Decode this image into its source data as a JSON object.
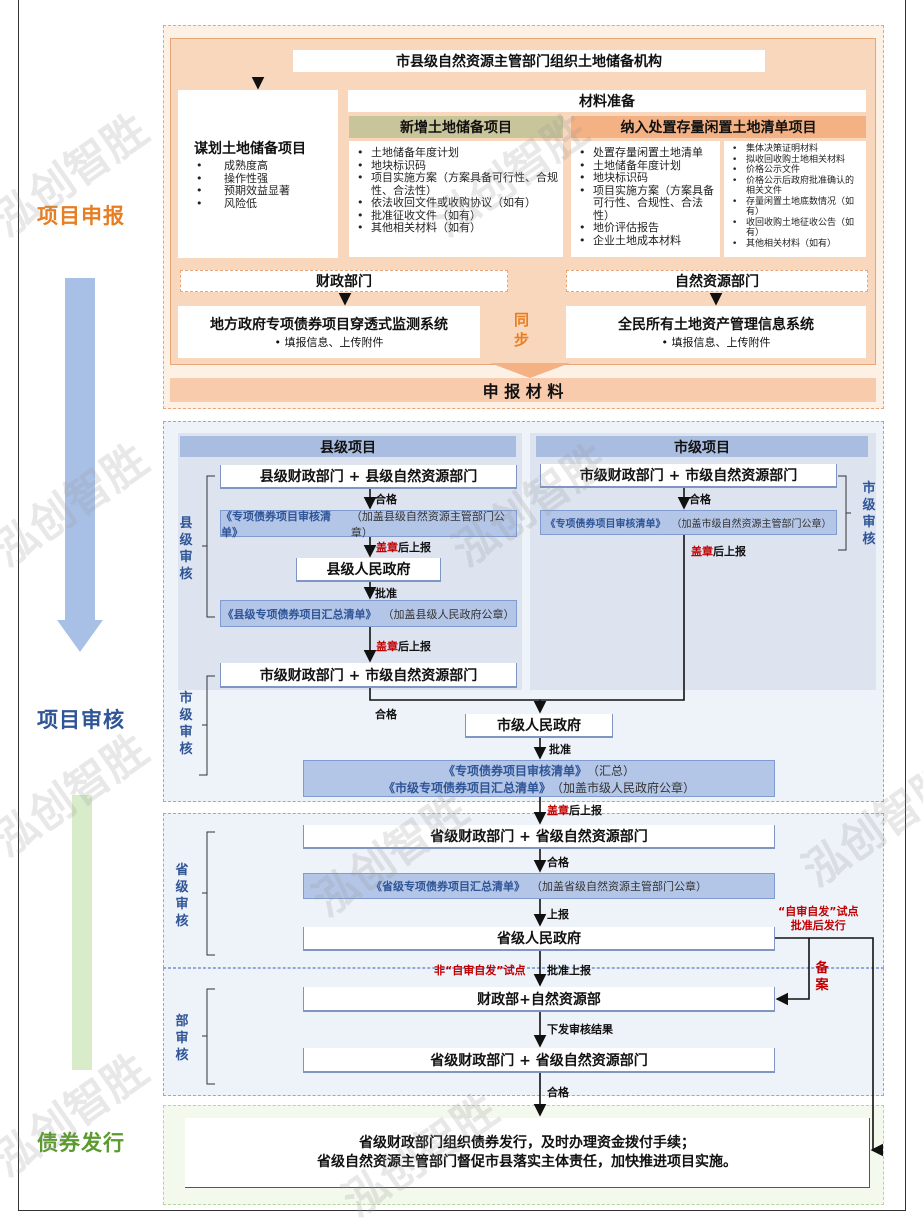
{
  "stages": {
    "apply": "项目申报",
    "review": "项目审核",
    "issue": "债券发行"
  },
  "colors": {
    "apply": "#e87e22",
    "review": "#2f5597",
    "issue": "#5a9a2e",
    "peach": "#f8d7bc",
    "blue_list": "#b4c6e7"
  },
  "apply": {
    "top_title": "市县级自然资源主管部门组织土地储备机构",
    "plan": {
      "title": "谋划土地储备项目",
      "items": [
        "成熟度高",
        "操作性强",
        "预期效益显著",
        "风险低"
      ]
    },
    "materials_title": "材料准备",
    "new_project": {
      "title": "新增土地储备项目",
      "items": [
        "土地储备年度计划",
        "地块标识码",
        "项目实施方案（方案具备可行性、合规性、合法性）",
        "依法收回文件或收购协议（如有）",
        "批准征收文件（如有）",
        "其他相关材料（如有）"
      ]
    },
    "idle_project": {
      "title": "纳入处置存量闲置土地清单项目",
      "items_left": [
        "处置存量闲置土地清单",
        "土地储备年度计划",
        "地块标识码",
        "项目实施方案（方案具备可行性、合规性、合法性）",
        "地价评估报告",
        "企业土地成本材料"
      ],
      "items_right": [
        "集体决策证明材料",
        "拟收回收购土地相关材料",
        "价格公示文件",
        "价格公示后政府批准确认的相关文件",
        "存量闲置土地底数情况（如有）",
        "收回收购土地征收公告（如有）",
        "其他相关材料（如有）"
      ]
    },
    "finance_dept": "财政部门",
    "resource_dept": "自然资源部门",
    "finance_system": {
      "title": "地方政府专项债券项目穿透式监测系统",
      "item": "填报信息、上传附件"
    },
    "resource_system": {
      "title": "全民所有土地资产管理信息系统",
      "item": "填报信息、上传附件"
    },
    "sync": "同步",
    "result": "申 报 材 料"
  },
  "review": {
    "county_header": "县级项目",
    "city_header": "市级项目",
    "county_depts": "县级财政部门 + 县级自然资源部门",
    "qualified": "合格",
    "approve": "批准",
    "stamp": "盖章",
    "after_report": "后上报",
    "county_list": {
      "name": "《专项债券项目审核清单》",
      "note": "（加盖县级自然资源主管部门公章）"
    },
    "county_gov": "县级人民政府",
    "county_summary": {
      "name": "《县级专项债券项目汇总清单》",
      "note": "（加盖县级人民政府公章）"
    },
    "city_depts": "市级财政部门 + 市级自然资源部门",
    "city_list": {
      "name": "《专项债券项目审核清单》",
      "note": "（加盖市级自然资源主管部门公章）"
    },
    "city_gov": "市级人民政府",
    "city_summary": {
      "line1_name": "《专项债券项目审核清单》",
      "line1_note": "（汇总）",
      "line2_name": "《市级专项债券项目汇总清单》",
      "line2_note": "（加盖市级人民政府公章）"
    },
    "county_review": "县级审核",
    "city_review": "市级审核",
    "prov_depts": "省级财政部门 + 省级自然资源部门",
    "prov_list": {
      "name": "《省级专项债券项目汇总清单》",
      "note": "（加盖省级自然资源主管部门公章）"
    },
    "report": "上报",
    "prov_gov": "省级人民政府",
    "prov_review": "省级审核",
    "non_pilot": "非“自审自发”试点",
    "approve_report": "批准上报",
    "pilot_line1": "“自审自发”试点",
    "pilot_line2": "批准后发行",
    "filing": "备案",
    "ministries": "财政部+自然资源部",
    "issue_result": "下发审核结果",
    "prov_depts2": "省级财政部门 + 省级自然资源部门",
    "ministry_review": "部审核"
  },
  "issue": {
    "line1": "省级财政部门组织债券发行，及时办理资金拨付手续；",
    "line2": "省级自然资源主管部门督促市县落实主体责任，加快推进项目实施。"
  },
  "watermark": "泓创智胜"
}
